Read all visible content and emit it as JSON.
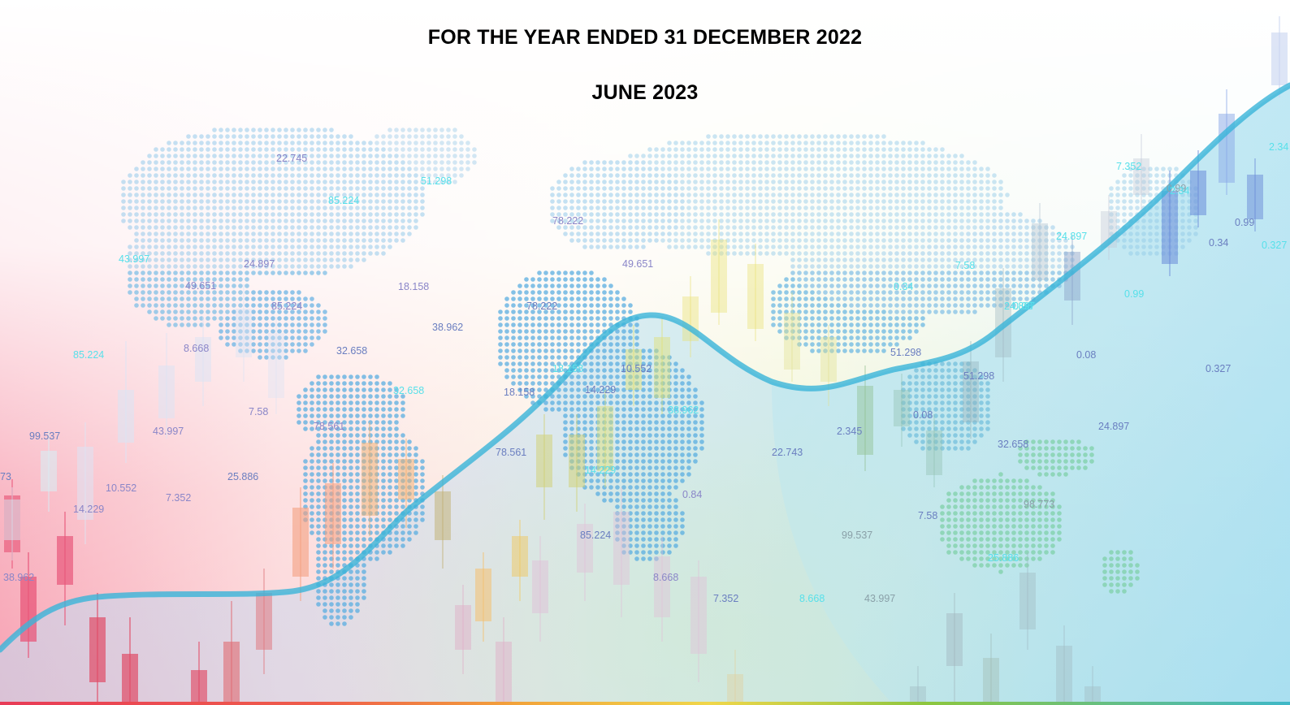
{
  "header": {
    "title": "FOR THE YEAR ENDED 31 DECEMBER 2022",
    "subtitle": "JUNE 2023"
  },
  "palette": {
    "map_dots": "#5aaee0",
    "trend_line": "#39b4d8",
    "bottom_bar": [
      "#e83b57",
      "#f2a33a",
      "#f0d64a",
      "#8cc63f",
      "#3fb8c8"
    ]
  },
  "background_numbers": [
    {
      "text": "22.745",
      "tone": "p"
    },
    {
      "text": "51.298",
      "tone": "c"
    },
    {
      "text": "85.224",
      "tone": "c"
    },
    {
      "text": "43.997",
      "tone": "c"
    },
    {
      "text": "24.897",
      "tone": "p"
    },
    {
      "text": "49.651",
      "tone": "p"
    },
    {
      "text": "85.224",
      "tone": "p"
    },
    {
      "text": "18.158",
      "tone": "p"
    },
    {
      "text": "38.962",
      "tone": "b"
    },
    {
      "text": "32.658",
      "tone": "b"
    },
    {
      "text": "85.224",
      "tone": "c"
    },
    {
      "text": "8.668",
      "tone": "p"
    },
    {
      "text": "7.58",
      "tone": "p"
    },
    {
      "text": "32.658",
      "tone": "c"
    },
    {
      "text": "78.561",
      "tone": "p"
    },
    {
      "text": "99.537",
      "tone": "b"
    },
    {
      "text": "43.997",
      "tone": "p"
    },
    {
      "text": "73",
      "tone": "b"
    },
    {
      "text": "10.552",
      "tone": "p"
    },
    {
      "text": "7.352",
      "tone": "p"
    },
    {
      "text": "25.886",
      "tone": "b"
    },
    {
      "text": "14.229",
      "tone": "p"
    },
    {
      "text": "38.962",
      "tone": "p"
    },
    {
      "text": "78.222",
      "tone": "p"
    },
    {
      "text": "49.651",
      "tone": "p"
    },
    {
      "text": "78.222",
      "tone": "b"
    },
    {
      "text": "24.897",
      "tone": "c"
    },
    {
      "text": "10.552",
      "tone": "b"
    },
    {
      "text": "14.229",
      "tone": "b"
    },
    {
      "text": "18.158",
      "tone": "b"
    },
    {
      "text": "38.962",
      "tone": "c"
    },
    {
      "text": "78.561",
      "tone": "b"
    },
    {
      "text": "14.229",
      "tone": "c"
    },
    {
      "text": "18.158",
      "tone": "c"
    },
    {
      "text": "0.84",
      "tone": "p"
    },
    {
      "text": "85.224",
      "tone": "b"
    },
    {
      "text": "8.668",
      "tone": "p"
    },
    {
      "text": "7.352",
      "tone": "b"
    },
    {
      "text": "8.668",
      "tone": "c"
    },
    {
      "text": "43.997",
      "tone": "g"
    },
    {
      "text": "22.743",
      "tone": "b"
    },
    {
      "text": "2.345",
      "tone": "b"
    },
    {
      "text": "51.298",
      "tone": "b"
    },
    {
      "text": "0.08",
      "tone": "b"
    },
    {
      "text": "51.298",
      "tone": "b"
    },
    {
      "text": "32.658",
      "tone": "b"
    },
    {
      "text": "99.537",
      "tone": "g"
    },
    {
      "text": "7.58",
      "tone": "b"
    },
    {
      "text": "98.773",
      "tone": "g"
    },
    {
      "text": "25.886",
      "tone": "c"
    },
    {
      "text": "7.58",
      "tone": "c"
    },
    {
      "text": "0.34",
      "tone": "c"
    },
    {
      "text": "0.08",
      "tone": "c"
    },
    {
      "text": "24.897",
      "tone": "c"
    },
    {
      "text": "0.99",
      "tone": "c"
    },
    {
      "text": "0.08",
      "tone": "b"
    },
    {
      "text": "24.897",
      "tone": "b"
    },
    {
      "text": "7.352",
      "tone": "c"
    },
    {
      "text": "0.99",
      "tone": "g"
    },
    {
      "text": "2.34",
      "tone": "c"
    },
    {
      "text": "0.99",
      "tone": "b"
    },
    {
      "text": "0.34",
      "tone": "b"
    },
    {
      "text": "0.327",
      "tone": "c"
    },
    {
      "text": "0.327",
      "tone": "b"
    },
    {
      "text": "2.34",
      "tone": "c"
    }
  ]
}
